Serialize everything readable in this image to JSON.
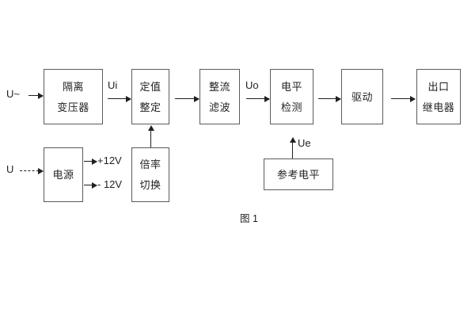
{
  "figure": {
    "caption": "图 1",
    "background_color": "#ffffff",
    "line_color": "#5b5b5b",
    "text_color": "#231f20"
  },
  "blocks": {
    "isolation_transformer": {
      "line1": "隔离",
      "line2": "变压器"
    },
    "setting_value": {
      "line1": "定值",
      "line2": "整定"
    },
    "rectify_filter": {
      "line1": "整流",
      "line2": "滤波"
    },
    "level_detect": {
      "line1": "电平",
      "line2": "检测"
    },
    "drive": {
      "line1": "驱动"
    },
    "output_relay": {
      "line1": "出口",
      "line2": "继电器"
    },
    "power_supply": {
      "line1": "电源"
    },
    "multiplier_switch": {
      "line1": "倍率",
      "line2": "切换"
    },
    "reference_level": {
      "line1": "参考电平"
    }
  },
  "signals": {
    "ac_input": "U~",
    "dc_input": "U",
    "ui": "Ui",
    "uo": "Uo",
    "ue": "Ue",
    "plus_12v": "+12V",
    "minus_12v": "- 12V"
  }
}
